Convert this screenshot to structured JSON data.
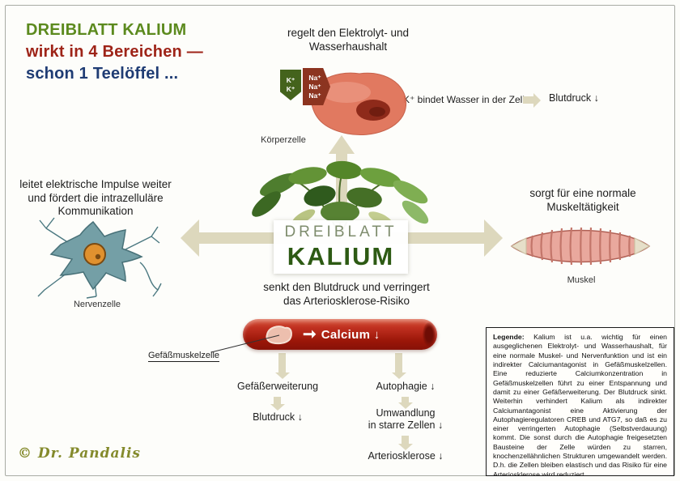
{
  "title": {
    "line1": "DREIBLATT KALIUM",
    "line2": "wirkt in 4 Bereichen —",
    "line3": "schon 1 Teelöffel ..."
  },
  "colors": {
    "title_green": "#5c8a1e",
    "title_red": "#9e2418",
    "title_blue": "#1f3c74",
    "arrow_beige": "#ddd8bd",
    "vessel_red": "#9a1608",
    "brand_green": "#2d5a14"
  },
  "top": {
    "heading": "regelt den Elektrolyt- und\nWasserhaushalt",
    "k_ions": [
      "K⁺",
      "K⁺"
    ],
    "na_ions": [
      "Na⁺",
      "Na⁺",
      "Na⁺"
    ],
    "cell_label": "Körperzelle",
    "binding_text": "K⁺ bindet Wasser in der Zelle",
    "result": "Blutdruck ↓"
  },
  "left": {
    "heading": "leitet elektrische Impulse weiter\nund fördert die intrazelluläre\nKommunikation",
    "label": "Nervenzelle"
  },
  "right": {
    "heading": "sorgt für eine normale\nMuskeltätigkeit",
    "label": "Muskel"
  },
  "center": {
    "brand_line1": "DREIBLATT",
    "brand_line2": "KALIUM"
  },
  "bottom": {
    "heading": "senkt den Blutdruck und verringert\ndas Arteriosklerose-Risiko",
    "vessel_arrow": "➞",
    "vessel_text": "Calcium ↓",
    "vessel_label": "Gefäßmuskelzelle",
    "branch_left_1": "Gefäßerweiterung",
    "branch_left_2": "Blutdruck ↓",
    "branch_right_1": "Autophagie ↓",
    "branch_right_2": "Umwandlung\nin starre Zellen ↓",
    "branch_right_3": "Arteriosklerose ↓"
  },
  "legend": {
    "title": "Legende:",
    "text": "Kalium ist u.a. wichtig für einen ausgeglichenen Elektrolyt- und Wasserhaushalt, für eine normale Muskel- und Nervenfunktion und ist ein indirekter Calciumantagonist in Gefäßmuskelzellen. Eine reduzierte Calciumkonzentration in Gefäßmuskelzellen führt zu einer Entspannung und damit zu einer Gefäßerweiterung. Der Blutdruck sinkt. Weiterhin verhindert Kalium als indirekter Calciumantagonist eine Aktivierung der Autophagieregulatoren CREB und ATG7, so daß es zu einer verringerten Autophagie (Selbstverdauung) kommt. Die sonst durch die Autophagie freigesetzten Bausteine der Zelle würden zu starren, knochenzellähnlichen Strukturen umgewandelt werden. D.h. die Zellen bleiben elastisch und das Risiko für eine Arteriosklerose wird reduziert."
  },
  "signature": "© Dr. Pandalis"
}
